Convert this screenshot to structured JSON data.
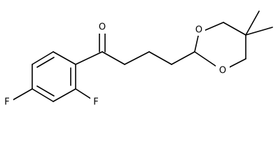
{
  "molecule": {
    "atoms": {
      "carbonyl_oxygen": "O",
      "ring_oxygen_top": "O",
      "ring_oxygen_bottom": "O",
      "fluorine_left": "F",
      "fluorine_right": "F"
    }
  }
}
